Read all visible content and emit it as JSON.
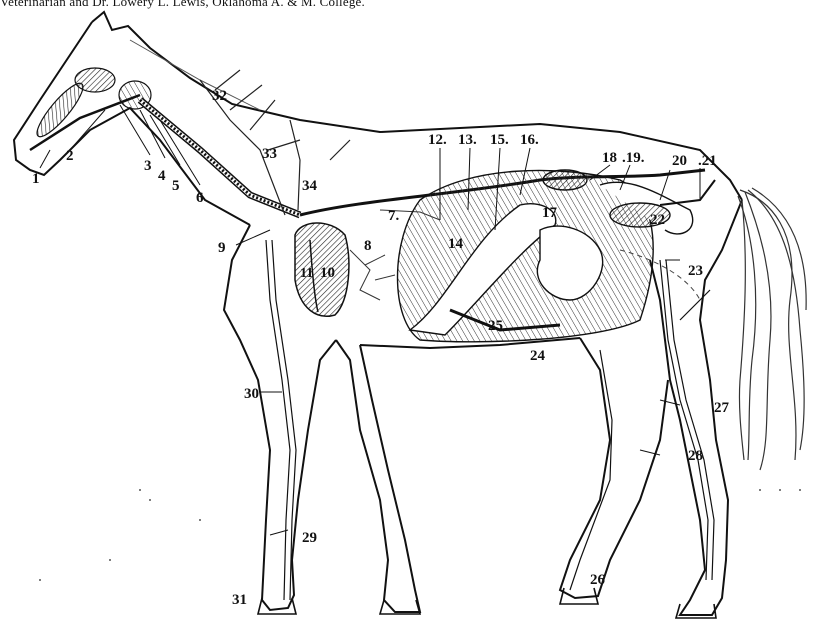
{
  "caption": "Veterinarian and Dr. Lowery L. Lewis, Oklahoma A. & M. College.",
  "labels": [
    {
      "id": "l1",
      "text": "1"
    },
    {
      "id": "l2",
      "text": "2"
    },
    {
      "id": "l3",
      "text": "3"
    },
    {
      "id": "l4",
      "text": "4"
    },
    {
      "id": "l5",
      "text": "5"
    },
    {
      "id": "l6",
      "text": "6"
    },
    {
      "id": "l7",
      "text": "7."
    },
    {
      "id": "l8",
      "text": "8"
    },
    {
      "id": "l9",
      "text": "9"
    },
    {
      "id": "l10",
      "text": "10"
    },
    {
      "id": "l11",
      "text": "11"
    },
    {
      "id": "l12",
      "text": "12."
    },
    {
      "id": "l13",
      "text": "13."
    },
    {
      "id": "l14",
      "text": "14"
    },
    {
      "id": "l15",
      "text": "15."
    },
    {
      "id": "l16",
      "text": "16."
    },
    {
      "id": "l17",
      "text": "17"
    },
    {
      "id": "l18",
      "text": "18"
    },
    {
      "id": "l19",
      "text": ".19."
    },
    {
      "id": "l20",
      "text": "20"
    },
    {
      "id": "l21",
      "text": ".21"
    },
    {
      "id": "l22",
      "text": "22"
    },
    {
      "id": "l23",
      "text": "23"
    },
    {
      "id": "l24",
      "text": "24"
    },
    {
      "id": "l25",
      "text": "25"
    },
    {
      "id": "l26",
      "text": "26"
    },
    {
      "id": "l27",
      "text": "27"
    },
    {
      "id": "l28",
      "text": "28"
    },
    {
      "id": "l29",
      "text": "29"
    },
    {
      "id": "l30",
      "text": "30"
    },
    {
      "id": "l31",
      "text": "31"
    },
    {
      "id": "l32",
      "text": "32"
    },
    {
      "id": "l33",
      "text": "33"
    },
    {
      "id": "l34",
      "text": "34"
    }
  ]
}
